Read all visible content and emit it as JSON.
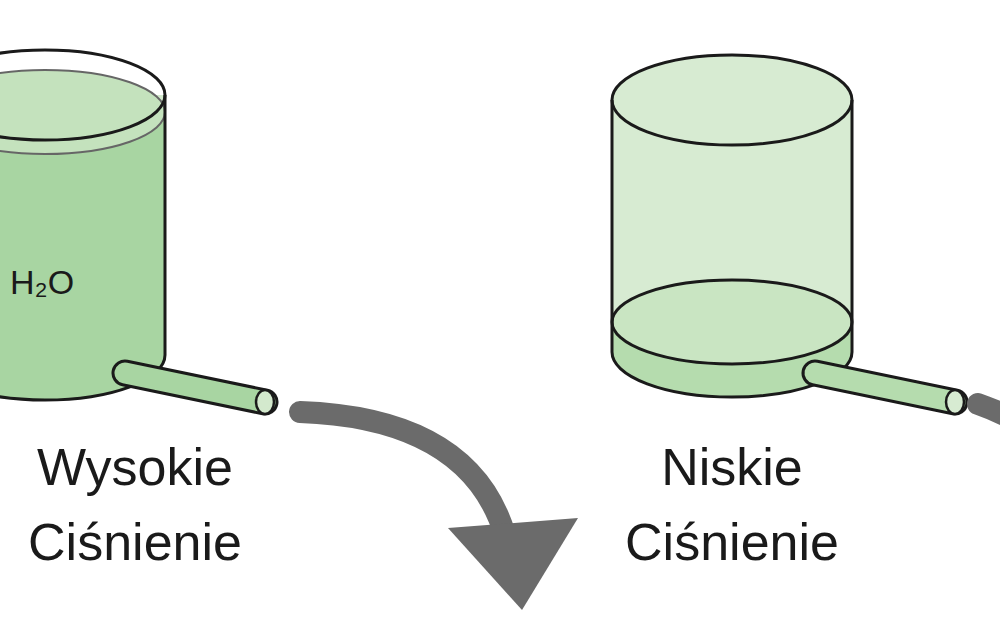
{
  "diagram": {
    "nodes": [
      {
        "text": [
          "H₂O",
          "Wysokie Ciśnienie"
        ]
      },
      {
        "text": [
          "Niskie Ciśnienie"
        ]
      }
    ]
  }
}
